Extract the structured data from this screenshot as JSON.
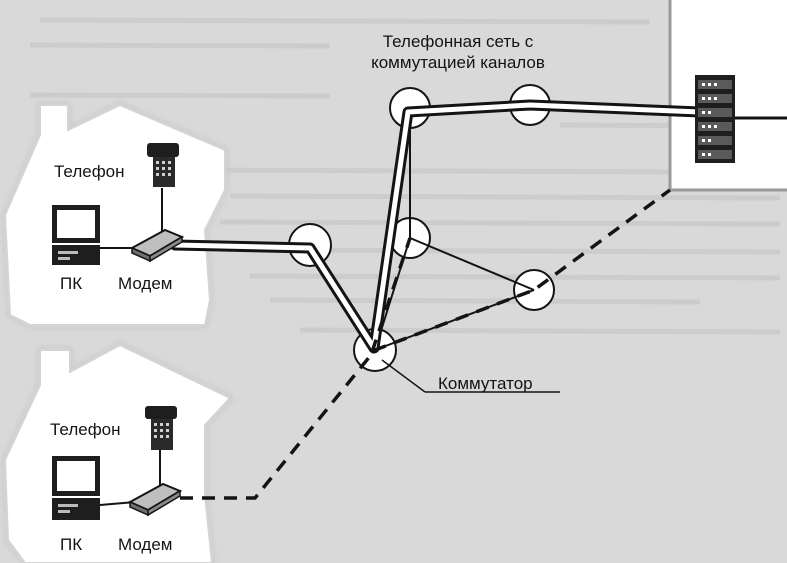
{
  "network": {
    "title_line1": "Телефонная сеть с",
    "title_line2": "коммутацией каналов"
  },
  "switch_label": "Коммутатор",
  "house_top": {
    "phone_label": "Телефон",
    "pc_label": "ПК",
    "modem_label": "Модем"
  },
  "house_bottom": {
    "phone_label": "Телефон",
    "pc_label": "ПК",
    "modem_label": "Модем"
  },
  "colors": {
    "background": "#d9d9d9",
    "house_fill": "#ffffff",
    "ink": "#141414"
  }
}
